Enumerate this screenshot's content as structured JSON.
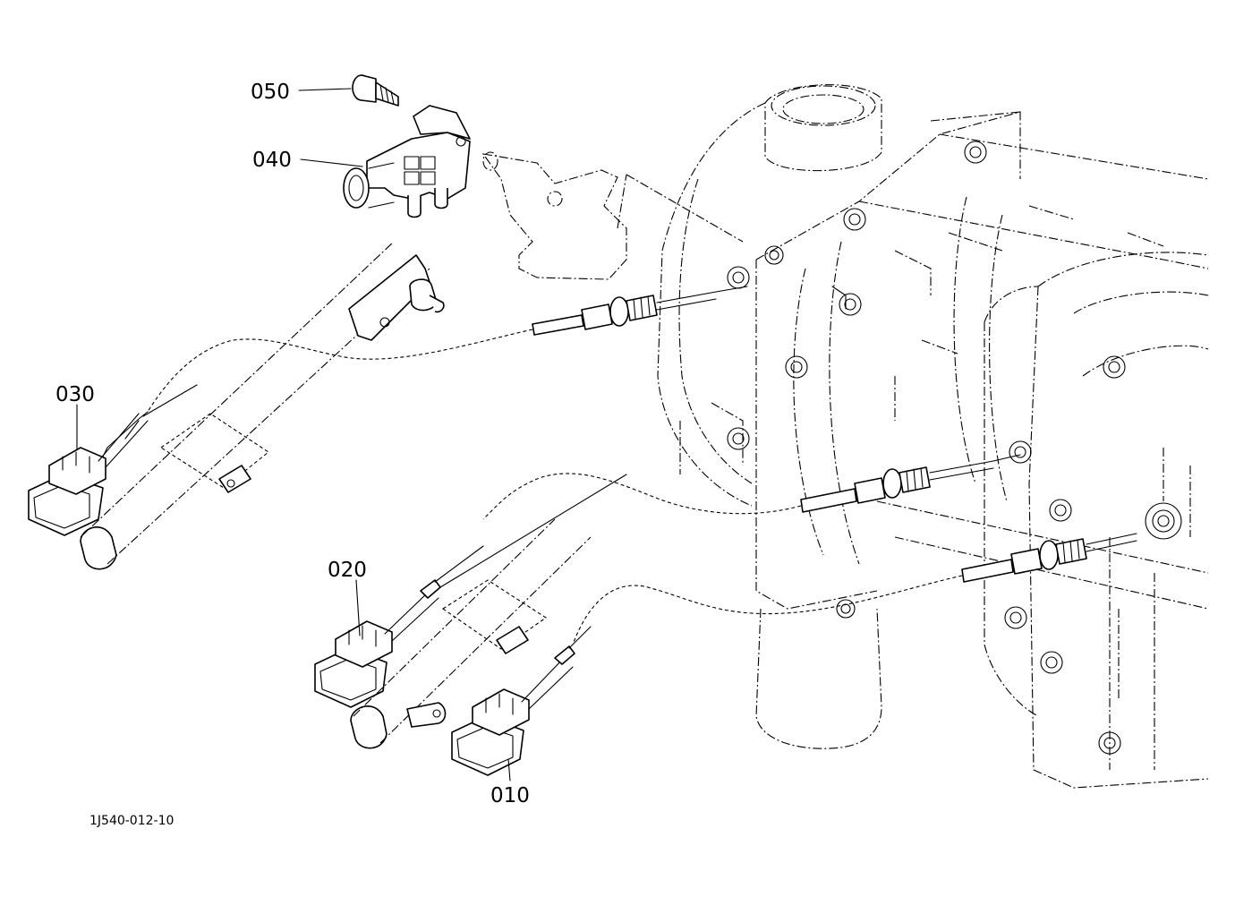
{
  "callouts": {
    "c010": "010",
    "c020": "020",
    "c030": "030",
    "c040": "040",
    "c050": "050"
  },
  "drawing_number": "1J540-012-10",
  "parts": [
    {
      "callout": "010",
      "item": "glow-plug-sensor-3"
    },
    {
      "callout": "020",
      "item": "glow-plug-sensor-2"
    },
    {
      "callout": "030",
      "item": "glow-plug-sensor-1"
    },
    {
      "callout": "040",
      "item": "pressure-sensor"
    },
    {
      "callout": "050",
      "item": "bolt"
    }
  ]
}
